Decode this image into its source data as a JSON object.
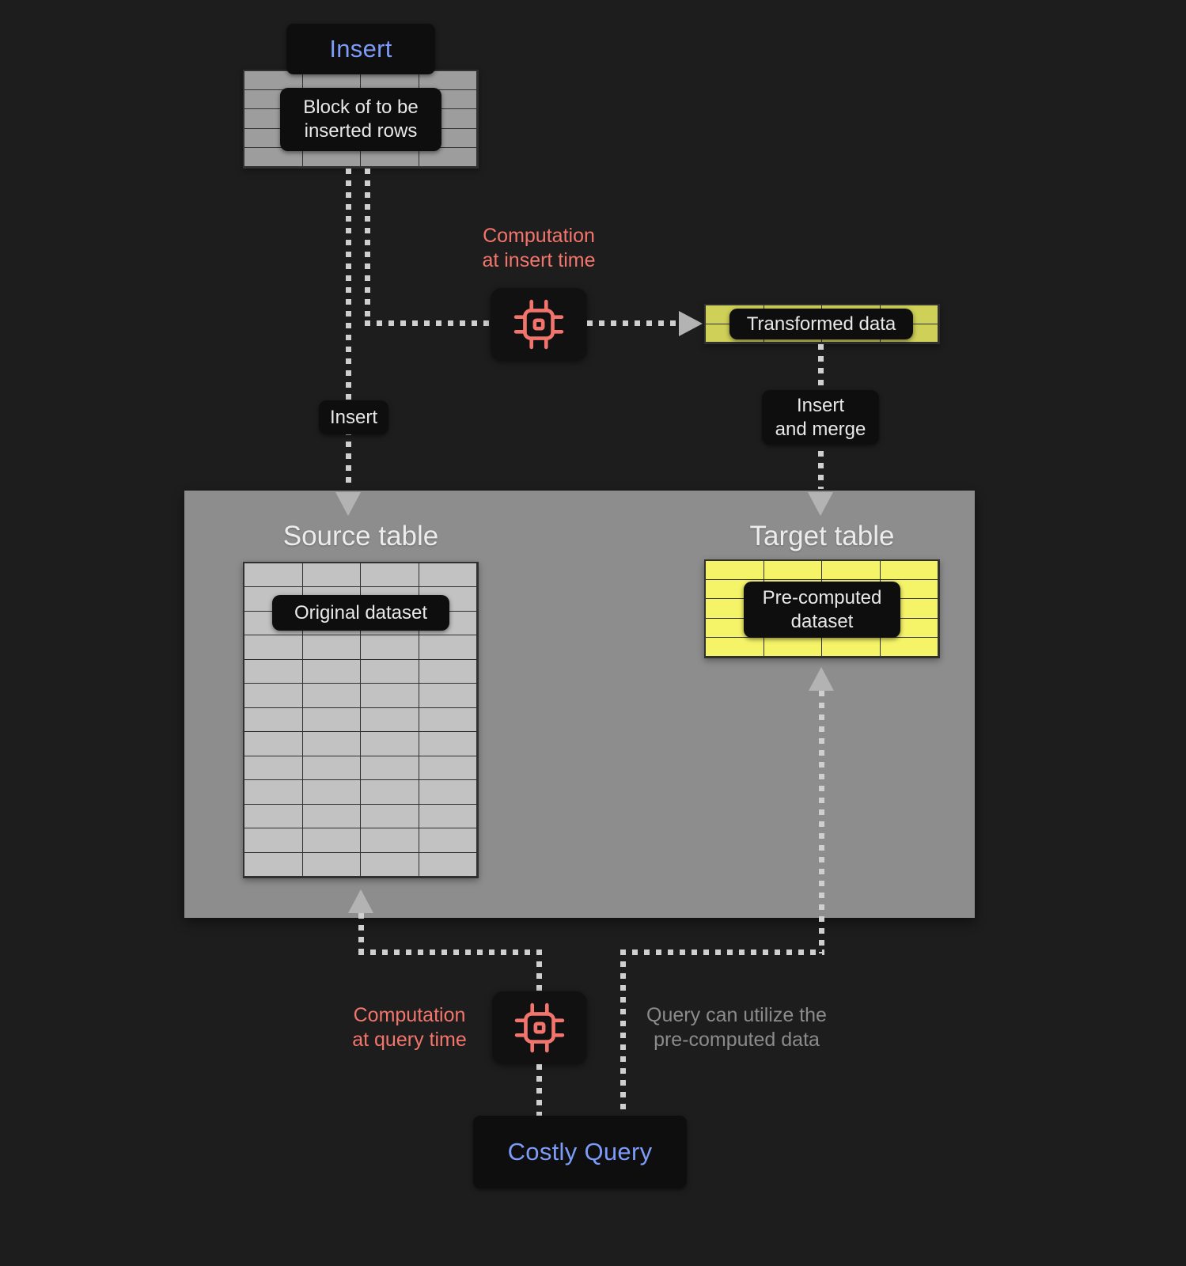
{
  "colors": {
    "background": "#1d1d1d",
    "panel_gray": "#8d8d8d",
    "accent_blue": "#7d9cf8",
    "accent_red": "#f3756c",
    "target_yellow": "#f5f468",
    "transformed_olive": "#ced058",
    "dot_gray": "#cfcfcf",
    "label_dark": "#0e0e0e"
  },
  "labels": {
    "insert_title": "Insert",
    "block_of_rows": "Block of to be\ninserted rows",
    "computation_insert": "Computation\nat insert time",
    "transformed_data": "Transformed data",
    "insert_edge": "Insert",
    "insert_and_merge": "Insert\nand merge",
    "source_table": "Source table",
    "original_dataset": "Original dataset",
    "target_table": "Target table",
    "precomputed_dataset": "Pre-computed\ndataset",
    "computation_query": "Computation\nat query time",
    "query_note": "Query can utilize the\npre-computed data",
    "costly_query": "Costly Query"
  },
  "tables": {
    "insert_block": {
      "rows": 5,
      "cols": 4
    },
    "transformed": {
      "rows": 2,
      "cols": 4
    },
    "source": {
      "rows": 13,
      "cols": 4
    },
    "target": {
      "rows": 5,
      "cols": 4
    }
  }
}
